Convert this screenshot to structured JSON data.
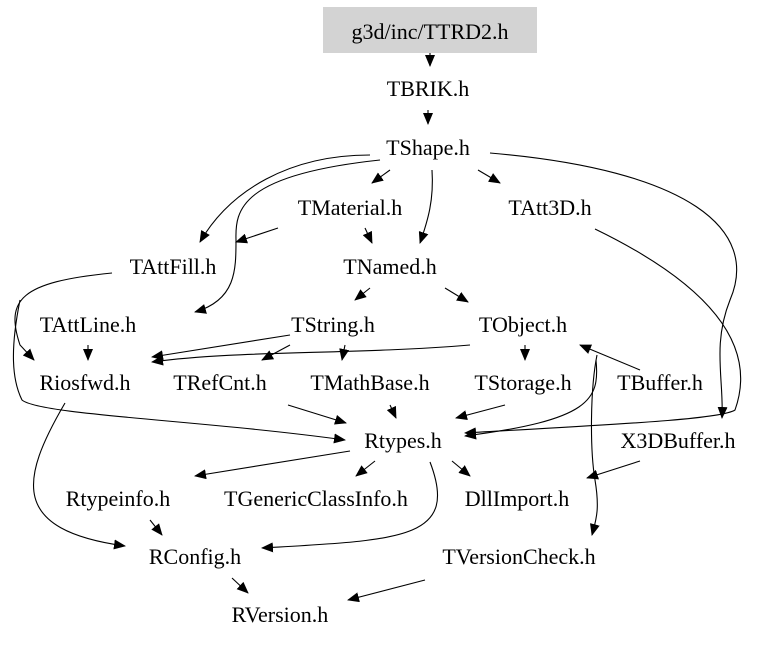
{
  "graph": {
    "colors": {
      "root_fill": "#d3d3d3",
      "edge": "#000000",
      "text": "#000000",
      "background": "#ffffff"
    },
    "nodes": [
      {
        "id": "ttrd2",
        "label": "g3d/inc/TTRD2.h",
        "highlight": true
      },
      {
        "id": "tbrik",
        "label": "TBRIK.h"
      },
      {
        "id": "tshape",
        "label": "TShape.h"
      },
      {
        "id": "tmaterial",
        "label": "TMaterial.h"
      },
      {
        "id": "tatt3d",
        "label": "TAtt3D.h"
      },
      {
        "id": "tattfill",
        "label": "TAttFill.h"
      },
      {
        "id": "tnamed",
        "label": "TNamed.h"
      },
      {
        "id": "tattline",
        "label": "TAttLine.h"
      },
      {
        "id": "tstring",
        "label": "TString.h"
      },
      {
        "id": "tobject",
        "label": "TObject.h"
      },
      {
        "id": "riosfwd",
        "label": "Riosfwd.h"
      },
      {
        "id": "trefcnt",
        "label": "TRefCnt.h"
      },
      {
        "id": "tmathbase",
        "label": "TMathBase.h"
      },
      {
        "id": "tstorage",
        "label": "TStorage.h"
      },
      {
        "id": "tbuffer",
        "label": "TBuffer.h"
      },
      {
        "id": "rtypes",
        "label": "Rtypes.h"
      },
      {
        "id": "x3dbuffer",
        "label": "X3DBuffer.h"
      },
      {
        "id": "rtypeinfo",
        "label": "Rtypeinfo.h"
      },
      {
        "id": "tgenericclassinfo",
        "label": "TGenericClassInfo.h"
      },
      {
        "id": "dllimport",
        "label": "DllImport.h"
      },
      {
        "id": "rconfig",
        "label": "RConfig.h"
      },
      {
        "id": "tversioncheck",
        "label": "TVersionCheck.h"
      },
      {
        "id": "rversion",
        "label": "RVersion.h"
      }
    ],
    "edges": [
      [
        "ttrd2",
        "tbrik"
      ],
      [
        "tbrik",
        "tshape"
      ],
      [
        "tshape",
        "tmaterial"
      ],
      [
        "tshape",
        "tatt3d"
      ],
      [
        "tshape",
        "tattfill"
      ],
      [
        "tshape",
        "tnamed"
      ],
      [
        "tshape",
        "tattline"
      ],
      [
        "tshape",
        "x3dbuffer"
      ],
      [
        "tmaterial",
        "tattfill"
      ],
      [
        "tmaterial",
        "tnamed"
      ],
      [
        "tattfill",
        "riosfwd"
      ],
      [
        "tattfill",
        "rtypes"
      ],
      [
        "tattline",
        "riosfwd"
      ],
      [
        "tnamed",
        "tstring"
      ],
      [
        "tnamed",
        "tobject"
      ],
      [
        "tstring",
        "riosfwd"
      ],
      [
        "tstring",
        "trefcnt"
      ],
      [
        "tstring",
        "tmathbase"
      ],
      [
        "tobject",
        "riosfwd"
      ],
      [
        "tobject",
        "tstorage"
      ],
      [
        "tobject",
        "tversioncheck"
      ],
      [
        "tobject",
        "rtypes"
      ],
      [
        "tbuffer",
        "tobject"
      ],
      [
        "trefcnt",
        "rtypes"
      ],
      [
        "tmathbase",
        "rtypes"
      ],
      [
        "tstorage",
        "rtypes"
      ],
      [
        "tatt3d",
        "rtypes"
      ],
      [
        "riosfwd",
        "rconfig"
      ],
      [
        "rtypes",
        "rtypeinfo"
      ],
      [
        "rtypes",
        "tgenericclassinfo"
      ],
      [
        "rtypes",
        "dllimport"
      ],
      [
        "rtypes",
        "rconfig"
      ],
      [
        "x3dbuffer",
        "dllimport"
      ],
      [
        "rtypeinfo",
        "rconfig"
      ],
      [
        "rconfig",
        "rversion"
      ],
      [
        "tversioncheck",
        "rversion"
      ]
    ]
  }
}
